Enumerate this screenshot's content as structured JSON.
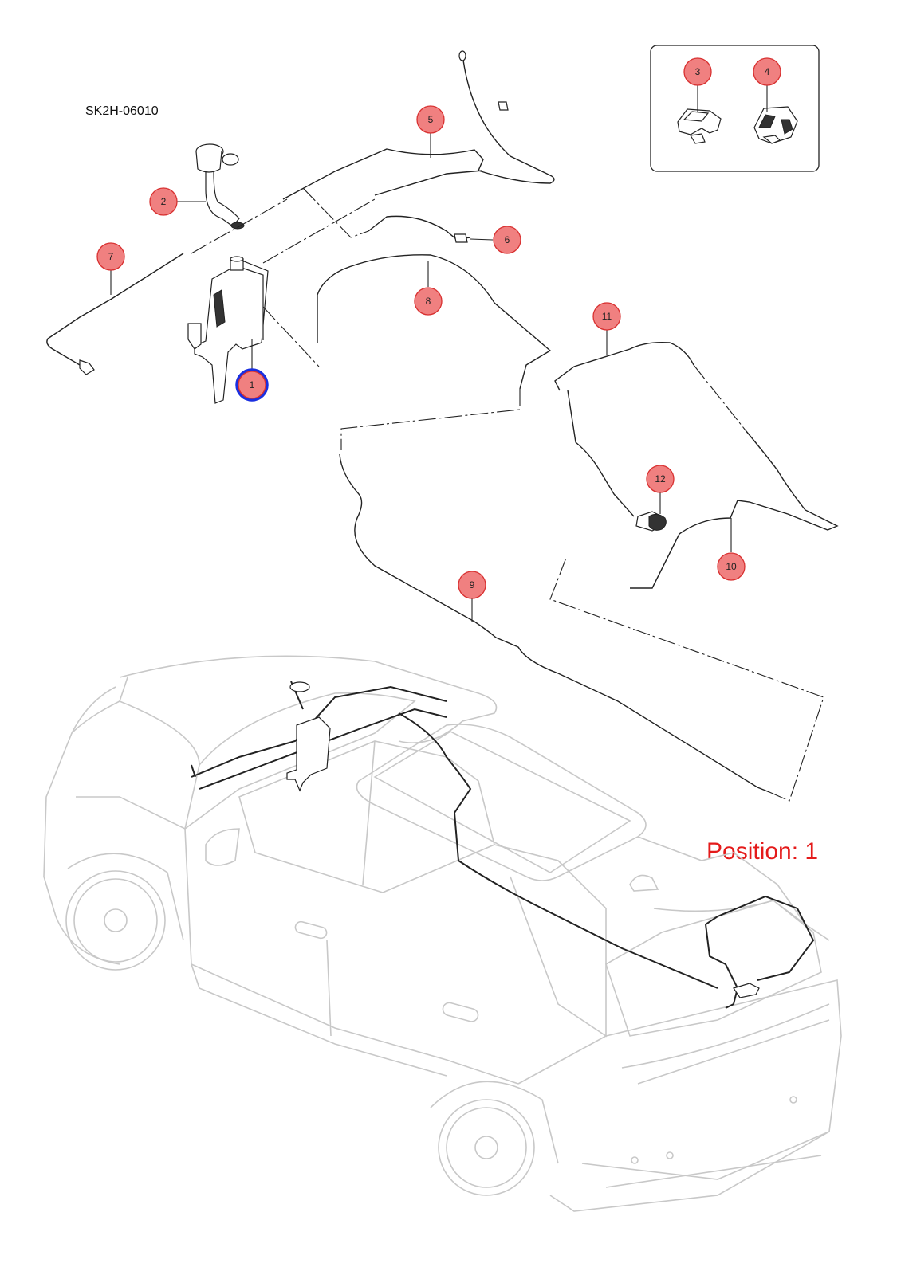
{
  "diagram_code": "SK2H-06010",
  "position_label": "Position: 1",
  "selected_callout": "1",
  "callouts": [
    {
      "id": "1",
      "label": "1"
    },
    {
      "id": "2",
      "label": "2"
    },
    {
      "id": "3",
      "label": "3"
    },
    {
      "id": "4",
      "label": "4"
    },
    {
      "id": "5",
      "label": "5"
    },
    {
      "id": "6",
      "label": "6"
    },
    {
      "id": "7",
      "label": "7"
    },
    {
      "id": "8",
      "label": "8"
    },
    {
      "id": "9",
      "label": "9"
    },
    {
      "id": "10",
      "label": "10"
    },
    {
      "id": "11",
      "label": "11"
    },
    {
      "id": "12",
      "label": "12"
    }
  ],
  "colors": {
    "callout_fill": "#f08080",
    "callout_border": "#d83030",
    "selected_ring": "#1a2fe0",
    "position_text": "#e41b1b",
    "car_outline": "#c8c8c8",
    "line_art": "#222222"
  }
}
